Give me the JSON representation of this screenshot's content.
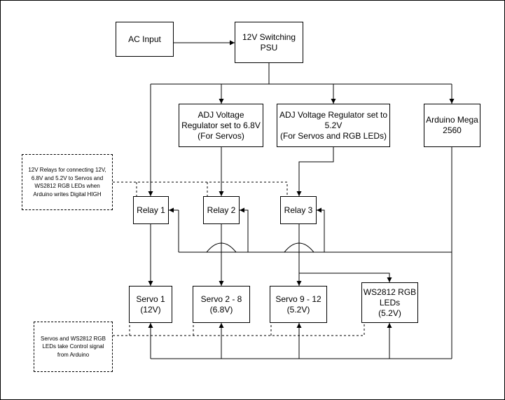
{
  "nodes": {
    "ac_input": "AC Input",
    "psu": "12V Switching\nPSU",
    "reg_68": "ADJ Voltage\nRegulator set to 6.8V\n(For Servos)",
    "reg_52": "ADJ Voltage Regulator set to\n5.2V\n(For Servos and RGB LEDs)",
    "arduino": "Arduino Mega\n2560",
    "relay1": "Relay 1",
    "relay2": "Relay 2",
    "relay3": "Relay 3",
    "servo1": "Servo 1\n(12V)",
    "servo2": "Servo 2 - 8\n(6.8V)",
    "servo3": "Servo 9 - 12\n(5.2V)",
    "leds": "WS2812 RGB\nLEDs\n(5.2V)"
  },
  "notes": {
    "relays": "12V Relays for connecting 12V,\n6.8V and 5.2V to Servos and\nWS2812 RGB LEDs when\nArduino writes Digital HIGH",
    "servos": "Servos and WS2812 RGB\nLEDs take Control signal\nfrom Arduino"
  }
}
